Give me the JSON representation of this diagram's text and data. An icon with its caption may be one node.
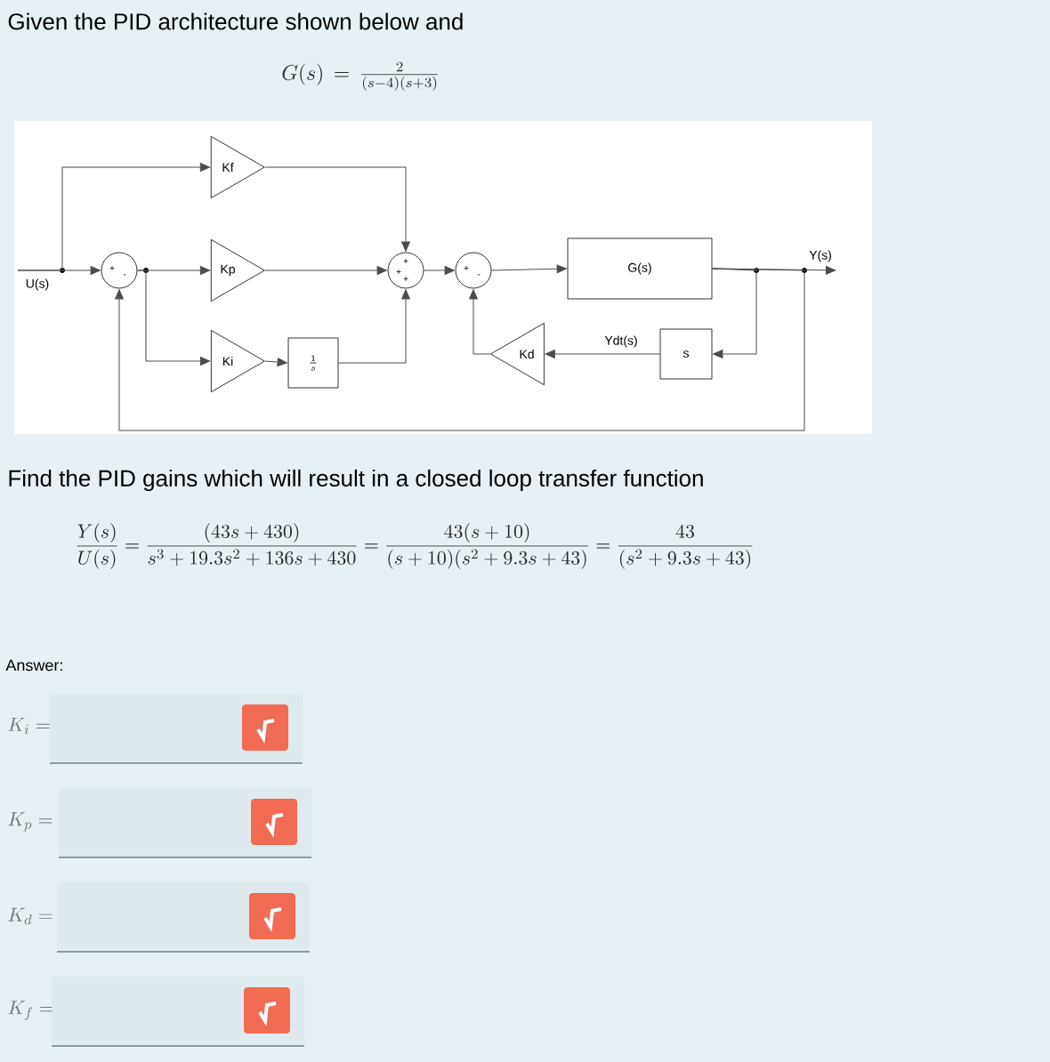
{
  "diagram": {
    "nodes": [
      {
        "text": [
          "Kf"
        ]
      },
      {
        "text": [
          "+",
          "-"
        ]
      },
      {
        "text": [
          "Kp"
        ]
      },
      {
        "text": [
          "+",
          "+",
          "+"
        ]
      },
      {
        "text": [
          "+",
          "-"
        ]
      },
      {
        "text": [
          "G(s)"
        ]
      },
      {
        "text": [
          "Ki"
        ]
      },
      {
        "text": [
          "\\frac{1}{s}"
        ]
      },
      {
        "text": [
          "Kd"
        ]
      },
      {
        "text": [
          "s"
        ]
      }
    ],
    "edges": [
      {
        "from": null,
        "to": 1,
        "arrow": "to",
        "label": "U(s)"
      },
      {
        "from": null,
        "to": 0,
        "arrow": "to"
      },
      {
        "from": 1,
        "to": 2,
        "arrow": "to"
      },
      {
        "from": 1,
        "to": 6,
        "arrow": "to"
      },
      {
        "from": 0,
        "to": 3,
        "arrow": "to"
      },
      {
        "from": 2,
        "to": 3,
        "arrow": "to"
      },
      {
        "from": 6,
        "to": 7,
        "arrow": "to"
      },
      {
        "from": 7,
        "to": 3,
        "arrow": "to"
      },
      {
        "from": 3,
        "to": 4,
        "arrow": "to"
      },
      {
        "from": 4,
        "to": 5,
        "arrow": "to"
      },
      {
        "from": 5,
        "to": null,
        "arrow": "to",
        "label": "Y(s)"
      },
      {
        "from": 5,
        "to": 9,
        "arrow": "to"
      },
      {
        "from": 9,
        "to": 8,
        "arrow": "to",
        "label": "Ydt(s)"
      },
      {
        "from": 8,
        "to": 4,
        "arrow": "to"
      },
      {
        "from": 5,
        "to": 1,
        "arrow": "to"
      }
    ],
    "labels": [
      "Given the PID architecture shown below and",
      "G(s)\\,=\\,\\frac{2}{(s-4)(s+3)}",
      "Find the PID gains which will result in a closed loop transfer function",
      "\\frac{Y(s)}{U(s)}=\\frac{(43s+430)}{s^{3}+19.3s^{2}+136s+430}=\\frac{43(s+10)}{(s+10)(s^{2}+9.3s+43)}=\\frac{43}{(s^{2}+9.3s+43)}",
      "Answer:",
      "K_{i}=",
      "K_{p}=",
      "K_{d}=",
      "K_{f}="
    ]
  }
}
